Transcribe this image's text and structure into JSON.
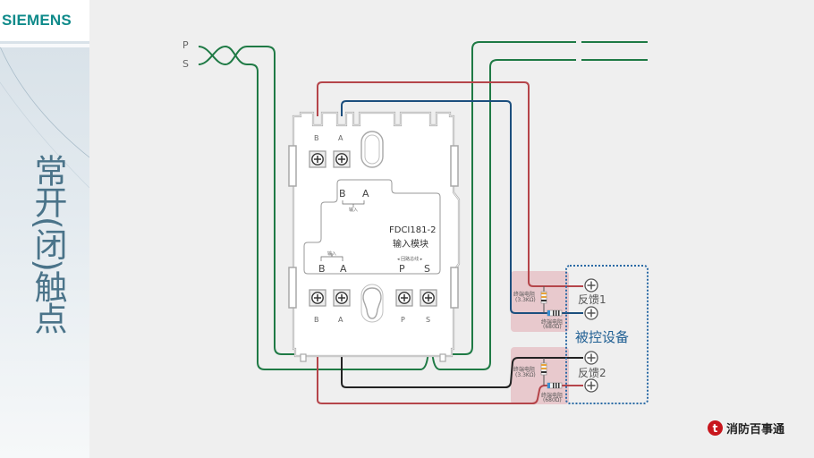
{
  "brand": {
    "logo_text": "SIEMENS"
  },
  "sidebar": {
    "title": "常开(闭)触点"
  },
  "bus": {
    "labels": [
      "P",
      "S"
    ]
  },
  "module": {
    "model": "FDCI181-2",
    "name": "输入模块",
    "top_terminals": [
      "B",
      "A"
    ],
    "inner_top_labels": [
      "B",
      "A"
    ],
    "inner_top_caption": "输入",
    "inner_bottom_caption": "输入",
    "inner_bottom_labels": [
      "B",
      "A",
      "P",
      "S"
    ],
    "bus_caption": "◂ 回路总线 ▸",
    "bottom_terminals": [
      "B",
      "A",
      "P",
      "S"
    ]
  },
  "resistors": [
    {
      "name": "终端电阻",
      "value": "(3.3KΩ)"
    },
    {
      "name": "终端电阻",
      "value": "(680Ω)"
    },
    {
      "name": "终端电阻",
      "value": "(3.3KΩ)"
    },
    {
      "name": "终端电阻",
      "value": "(680Ω)"
    }
  ],
  "device": {
    "title": "被控设备",
    "feedback1": "反馈1",
    "feedback2": "反馈2"
  },
  "footer": {
    "brand_mark": "t",
    "brand_text": "消防百事通"
  },
  "colors": {
    "wire_green": "#1f7a45",
    "wire_red": "#b5454a",
    "wire_blue": "#1c4f7e",
    "wire_black": "#222222",
    "device_border": "#2a6aa5",
    "resistor_zone": "#e8c9cd",
    "logo": "#0f8a8a",
    "sidebar_text": "#4a7389"
  }
}
